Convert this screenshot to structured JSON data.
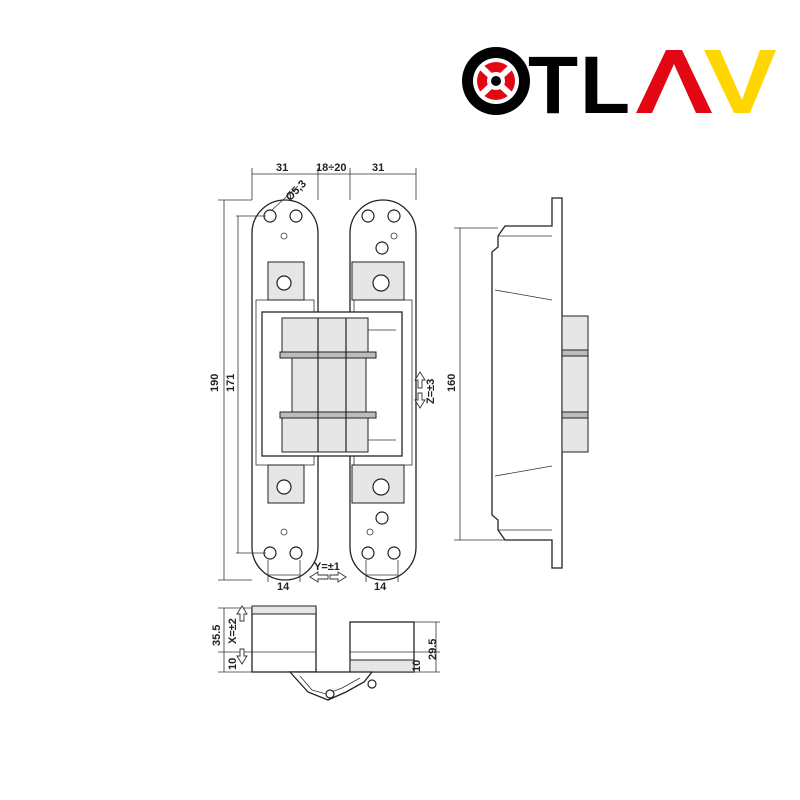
{
  "brand": {
    "name": "OTLAV",
    "letters": [
      "T",
      "L",
      "A",
      "V"
    ],
    "colors": {
      "black": "#000000",
      "red": "#e30613",
      "yellow": "#ffd600"
    }
  },
  "dimensions": {
    "plate_width_left": "31",
    "gap": "18÷20",
    "plate_width_right": "31",
    "hole_diameter": "Ø5,3",
    "total_height": "190",
    "hole_spacing_height": "171",
    "side_height": "160",
    "adjust_z": "Z=±3",
    "adjust_y": "Y=±1",
    "bottom_left": "14",
    "bottom_right": "14",
    "depth_total": "35.5",
    "adjust_x": "X=±2",
    "depth_left": "10",
    "depth_right_total": "29.5",
    "depth_right": "10"
  }
}
